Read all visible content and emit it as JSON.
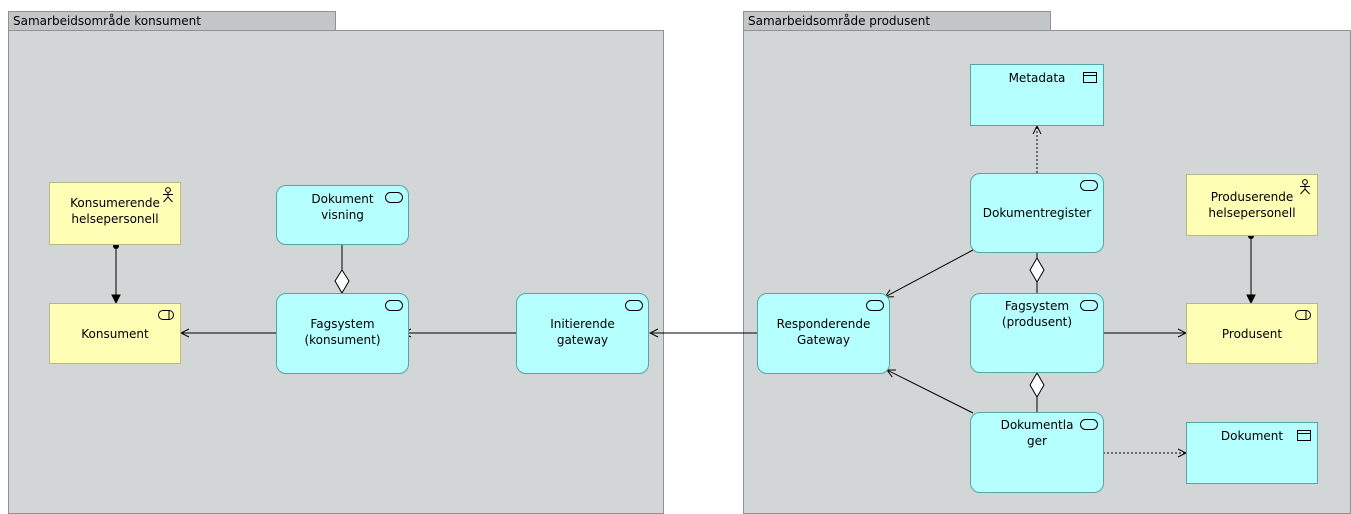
{
  "groups": {
    "consumer": "Samarbeidsområde konsument",
    "producer": "Samarbeidsområde produsent"
  },
  "nodes": {
    "konsumerende": "Konsumerende\nhelsepersonell",
    "konsument": "Konsument",
    "dokument_visning": "Dokument\nvisning",
    "fagsystem_konsument": "Fagsystem\n(konsument)",
    "initierende": "Initierende\ngateway",
    "responderende": "Responderende\nGateway",
    "metadata": "Metadata",
    "dokumentregister": "Dokumentregister",
    "fagsystem_produsent": "Fagsystem\n(produsent)",
    "dokumentlager": "Dokumentla\nger",
    "produserende": "Produserende\nhelsepersonell",
    "produsent": "Produsent",
    "dokument": "Dokument"
  },
  "icons": {
    "actor": "actor-icon",
    "business_service": "business-service-icon",
    "application_service": "application-service-icon",
    "data_object": "data-object-icon"
  },
  "colors": {
    "group_fill": "#d2d6d6",
    "group_tab": "#c3c6c6",
    "application": "#b5ffff",
    "business": "#fffeb5"
  }
}
